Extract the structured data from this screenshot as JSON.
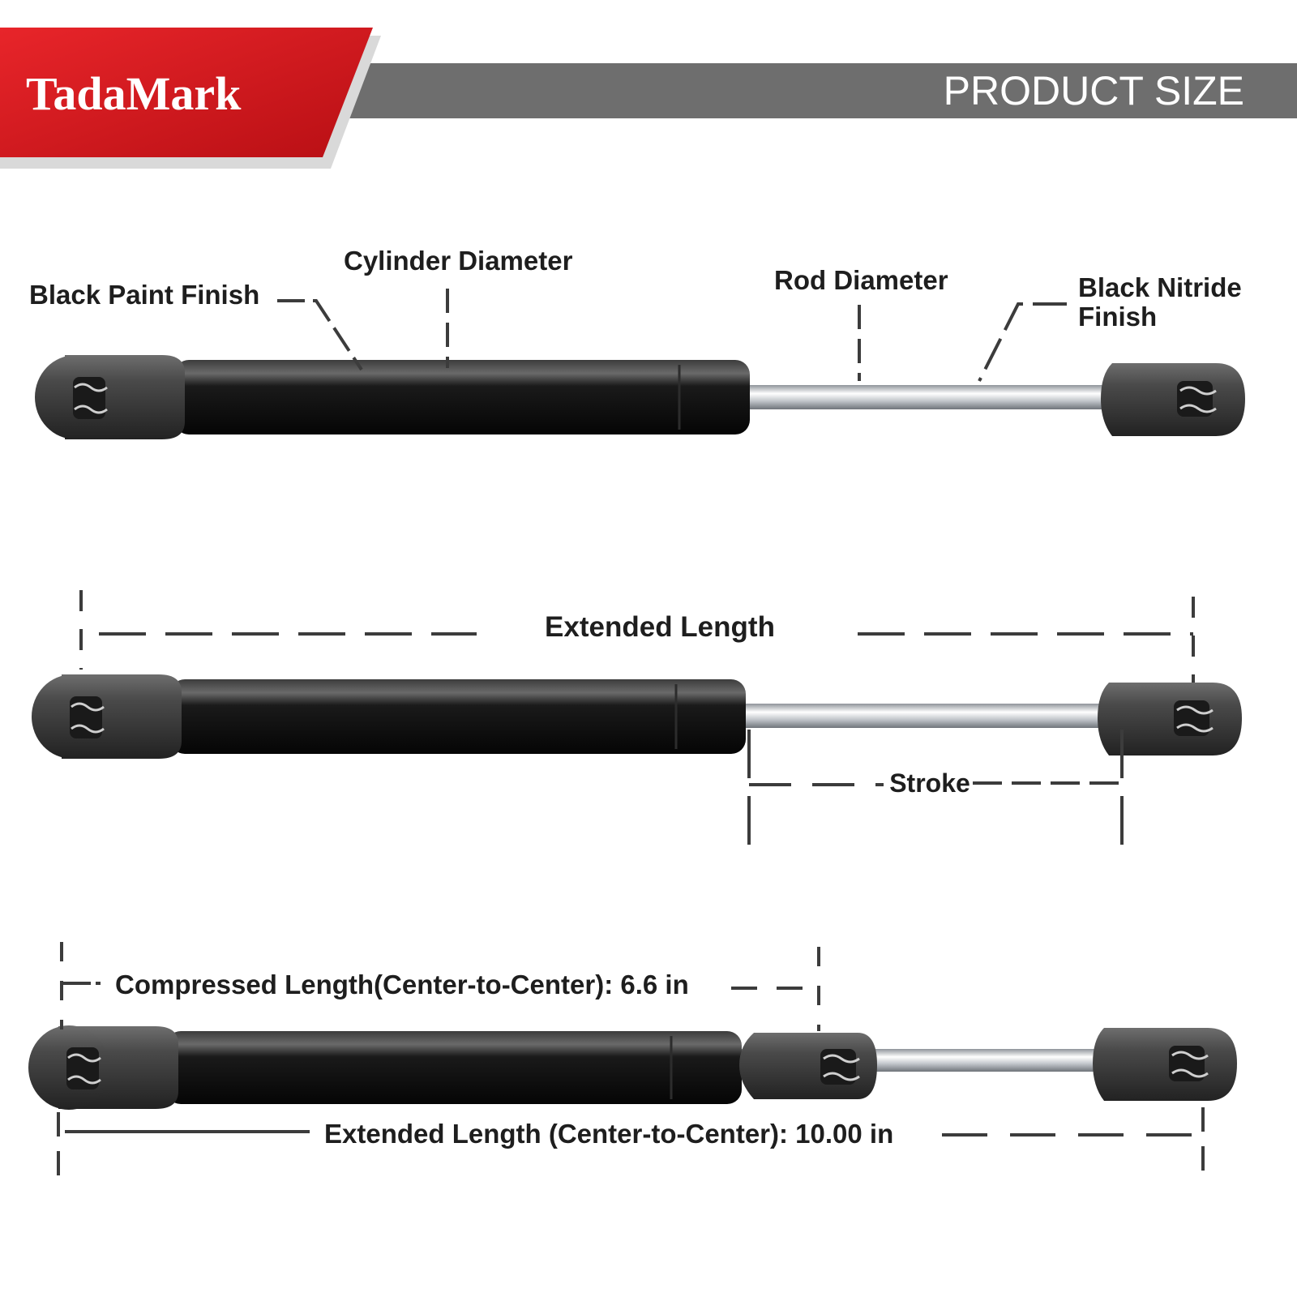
{
  "header": {
    "brand": "TadaMark",
    "title": "PRODUCT SIZE"
  },
  "colors": {
    "brand_red": "#d8151b",
    "header_gray": "#6e6e6e",
    "cylinder_black": "#111111",
    "rod_silver": "#c9ccd0",
    "end_fitting": "#4b4b4b"
  },
  "diagram_features": {
    "paint": "Black Paint Finish",
    "cylinder": "Cylinder Diameter",
    "rod": "Rod Diameter",
    "nitride_line1": "Black Nitride",
    "nitride_line2": "Finish"
  },
  "diagram_extended": {
    "extended": "Extended Length",
    "stroke": "Stroke"
  },
  "diagram_compressed": {
    "compressed": "Compressed Length(Center-to-Center): 6.6 in",
    "extended": "Extended Length (Center-to-Center): 10.00 in"
  }
}
